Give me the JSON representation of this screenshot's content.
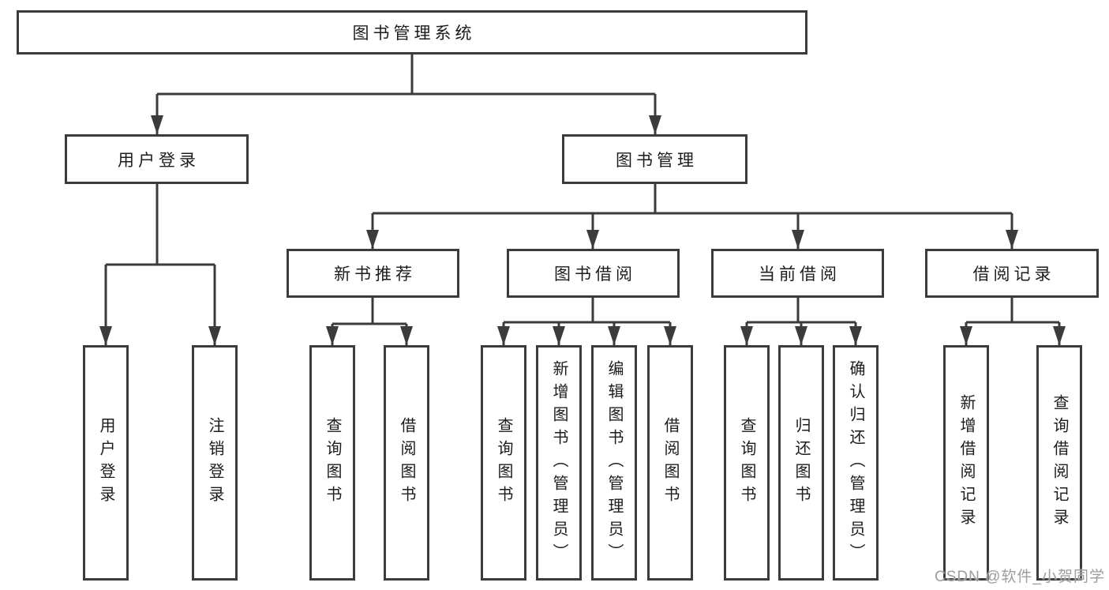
{
  "diagram_title": "图书管理系统",
  "tree": {
    "root": {
      "label": "图书管理系统",
      "children": [
        {
          "label": "用户登录",
          "children": [
            {
              "label": "用户登录"
            },
            {
              "label": "注销登录"
            }
          ]
        },
        {
          "label": "图书管理",
          "children": [
            {
              "label": "新书推荐",
              "children": [
                {
                  "label": "查询图书"
                },
                {
                  "label": "借阅图书"
                }
              ]
            },
            {
              "label": "图书借阅",
              "children": [
                {
                  "label": "查询图书"
                },
                {
                  "label": "新增图书（管理员）"
                },
                {
                  "label": "编辑图书（管理员）"
                },
                {
                  "label": "借阅图书"
                }
              ]
            },
            {
              "label": "当前借阅",
              "children": [
                {
                  "label": "查询图书"
                },
                {
                  "label": "归还图书"
                },
                {
                  "label": "确认归还（管理员）"
                }
              ]
            },
            {
              "label": "借阅记录",
              "children": [
                {
                  "label": "新增借阅记录"
                },
                {
                  "label": "查询借阅记录"
                }
              ]
            }
          ]
        }
      ]
    }
  },
  "watermark": {
    "text": "CSDN @软件_小贺同学"
  },
  "colors": {
    "line": "#3b3b3b",
    "text": "#1c1c1c",
    "background": "#ffffff",
    "watermark": "#9d9d9d"
  }
}
